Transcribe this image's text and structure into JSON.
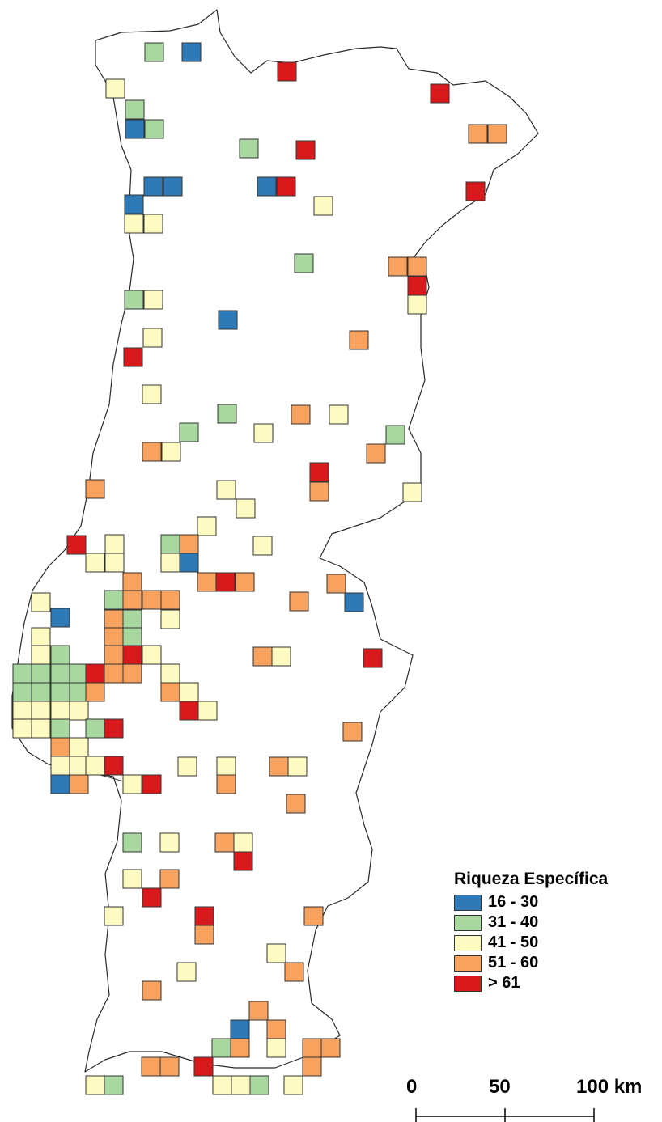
{
  "legend": {
    "title": "Riqueza Específica",
    "classes": [
      {
        "label": "16 - 30",
        "color": "#2e7ab8"
      },
      {
        "label": "31 - 40",
        "color": "#a8d8a0"
      },
      {
        "label": "41 - 50",
        "color": "#fdfbc2"
      },
      {
        "label": "51 - 60",
        "color": "#f7a25f"
      },
      {
        "label": "> 61",
        "color": "#d7191c"
      }
    ]
  },
  "scale_bar": {
    "ticks": [
      "0",
      "50",
      "100 km"
    ]
  }
}
